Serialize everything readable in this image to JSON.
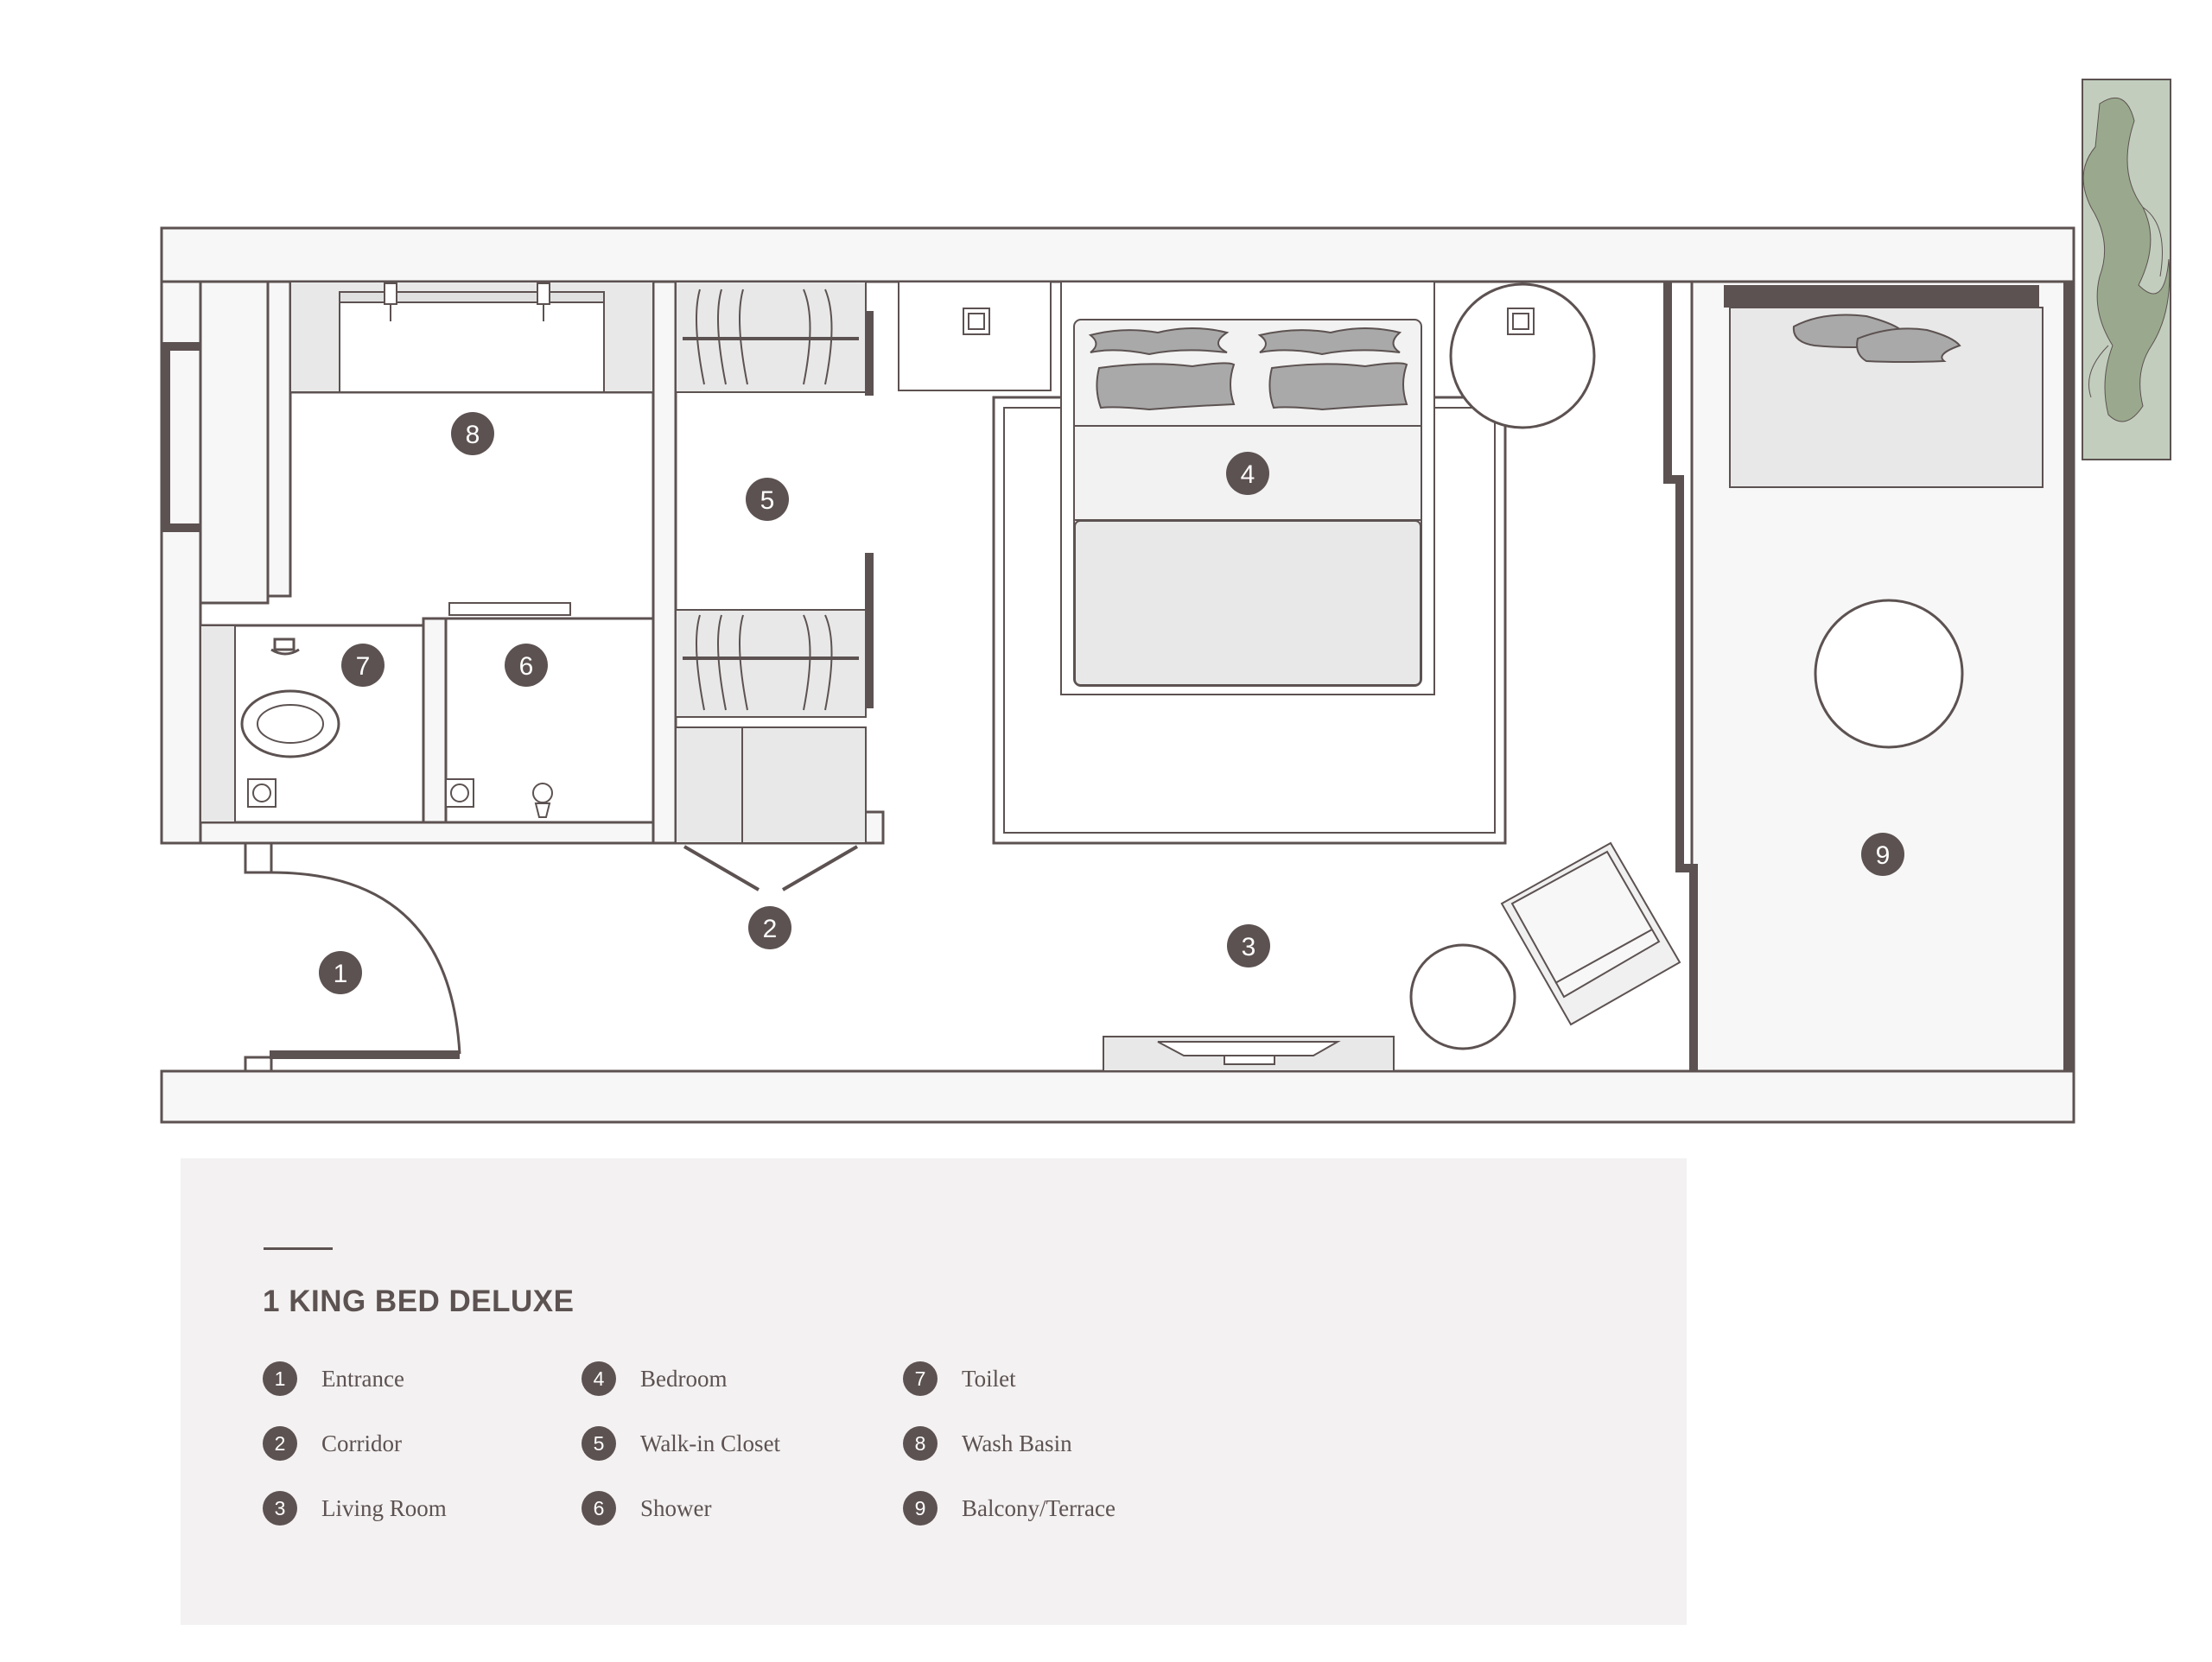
{
  "plan": {
    "title": "1 KING BED DELUXE",
    "markers": [
      {
        "n": "1"
      },
      {
        "n": "2"
      },
      {
        "n": "3"
      },
      {
        "n": "4"
      },
      {
        "n": "5"
      },
      {
        "n": "6"
      },
      {
        "n": "7"
      },
      {
        "n": "8"
      },
      {
        "n": "9"
      }
    ]
  },
  "legend": {
    "items": [
      {
        "n": "1",
        "label": "Entrance"
      },
      {
        "n": "2",
        "label": "Corridor"
      },
      {
        "n": "3",
        "label": "Living Room"
      },
      {
        "n": "4",
        "label": "Bedroom"
      },
      {
        "n": "5",
        "label": "Walk-in Closet"
      },
      {
        "n": "6",
        "label": "Shower"
      },
      {
        "n": "7",
        "label": "Toilet"
      },
      {
        "n": "8",
        "label": "Wash Basin"
      },
      {
        "n": "9",
        "label": "Balcony/Terrace"
      }
    ]
  },
  "colors": {
    "wall": "#5c5251",
    "fill": "#f7f7f7",
    "grey": "#e8e8e8",
    "pillow": "#a9a9a9",
    "plant": "#9aa98d",
    "planter": "#c2cdbe",
    "legend_bg": "#f3f1f1"
  }
}
